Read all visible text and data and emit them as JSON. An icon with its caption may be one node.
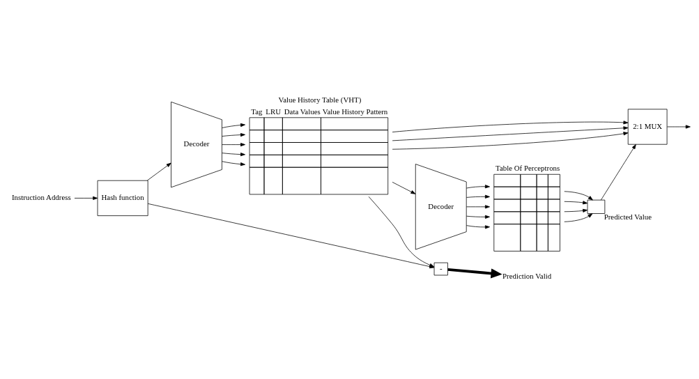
{
  "diagram": {
    "nodes": [
      {
        "text": [
          "Instruction Address"
        ]
      },
      {
        "text": [
          "Hash function"
        ]
      },
      {
        "text": [
          "Decoder"
        ]
      },
      {
        "text": [
          "Value History Table (VHT)",
          "Tag",
          "LRU",
          "Data Values",
          "Value History Pattern"
        ]
      },
      {
        "text": [
          "Decoder"
        ]
      },
      {
        "text": [
          "Table Of Perceptrons"
        ]
      },
      {
        "text": [
          "-"
        ]
      },
      {
        "text": [
          "Prediction Valid"
        ]
      },
      {
        "text": [],
        "shape": "box",
        "beside": [
          "Predicted Value"
        ]
      },
      {
        "text": [
          "2:1 MUX"
        ]
      }
    ],
    "edges": [
      {
        "from": 0,
        "to": 1,
        "arrow": "to"
      },
      {
        "from": 1,
        "to": 2,
        "arrow": "to"
      },
      {
        "from": 2,
        "to": 3,
        "arrow": "to"
      },
      {
        "from": 2,
        "to": 3,
        "arrow": "to"
      },
      {
        "from": 2,
        "to": 3,
        "arrow": "to"
      },
      {
        "from": 2,
        "to": 3,
        "arrow": "to"
      },
      {
        "from": 2,
        "to": 3,
        "arrow": "to"
      },
      {
        "from": 1,
        "to": 6,
        "arrow": "to"
      },
      {
        "from": 3,
        "to": 6,
        "arrow": "to"
      },
      {
        "from": 6,
        "to": 7,
        "arrow": "to",
        "style": "thick"
      },
      {
        "from": 3,
        "to": 4,
        "arrow": "to"
      },
      {
        "from": 4,
        "to": 5,
        "arrow": "to"
      },
      {
        "from": 4,
        "to": 5,
        "arrow": "to"
      },
      {
        "from": 4,
        "to": 5,
        "arrow": "to"
      },
      {
        "from": 4,
        "to": 5,
        "arrow": "to"
      },
      {
        "from": 4,
        "to": 5,
        "arrow": "to"
      },
      {
        "from": 5,
        "to": 8,
        "arrow": "to"
      },
      {
        "from": 5,
        "to": 8,
        "arrow": "to"
      },
      {
        "from": 5,
        "to": 8,
        "arrow": "to"
      },
      {
        "from": 5,
        "to": 8,
        "arrow": "to"
      },
      {
        "from": 8,
        "to": 9,
        "arrow": "to"
      },
      {
        "from": 3,
        "to": 9,
        "arrow": "to"
      },
      {
        "from": 3,
        "to": 9,
        "arrow": "to"
      },
      {
        "from": 3,
        "to": 9,
        "arrow": "to"
      },
      {
        "from": 9,
        "to": null,
        "arrow": "to"
      }
    ]
  }
}
